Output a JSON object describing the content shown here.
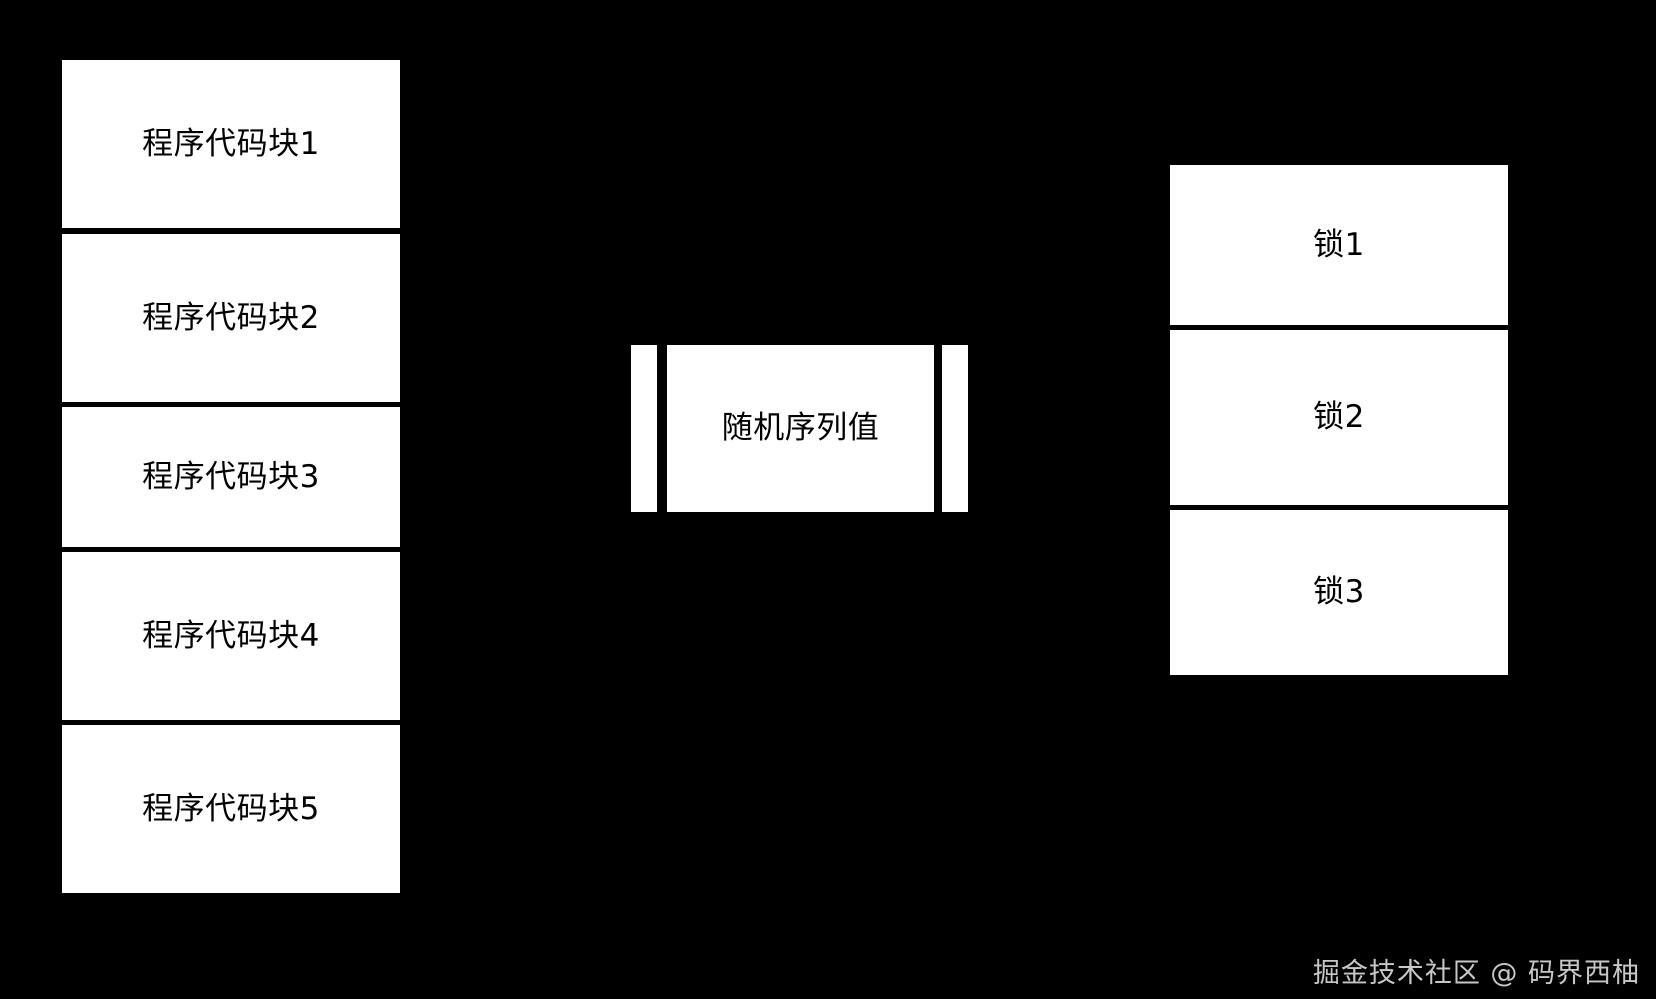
{
  "background_color": "#000000",
  "box_fill_color": "#ffffff",
  "box_text_color": "#000000",
  "diagram": {
    "title": "",
    "code_block_stack": {
      "name": "program-code-blocks",
      "items": [
        {
          "label": "程序代码块1"
        },
        {
          "label": "程序代码块2"
        },
        {
          "label": "程序代码块3"
        },
        {
          "label": "程序代码块4"
        },
        {
          "label": "程序代码块5"
        }
      ]
    },
    "sequence_group": {
      "name": "random-sequence-value",
      "left_bar_label": "",
      "box_label": "随机序列值",
      "right_bar_label": ""
    },
    "lock_stack": {
      "name": "locks",
      "items": [
        {
          "label": "锁1"
        },
        {
          "label": "锁2"
        },
        {
          "label": "锁3"
        }
      ]
    }
  },
  "watermark": {
    "text": "掘金技术社区 @ 码界西柚",
    "color": "#c9c9c9"
  }
}
